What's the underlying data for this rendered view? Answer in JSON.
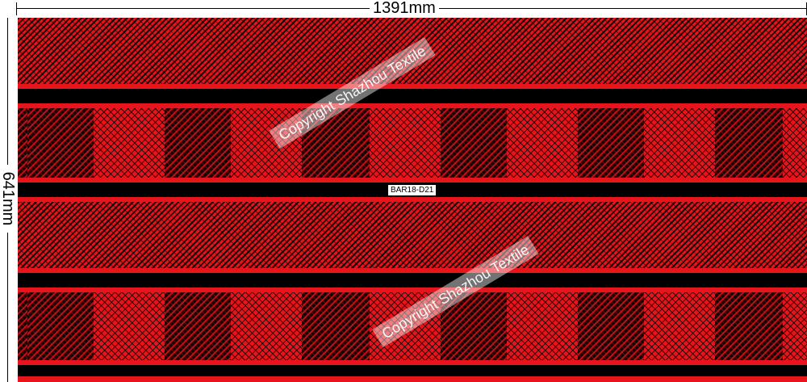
{
  "dimensions": {
    "width_label": "1391mm",
    "height_label": "641mm"
  },
  "fabric": {
    "design_code": "BAR18-D21",
    "watermark_text": "Copyright Shazhou Textile",
    "colors": {
      "red": "#e8141b",
      "black": "#000000",
      "dark_red": "#1a0202"
    }
  }
}
